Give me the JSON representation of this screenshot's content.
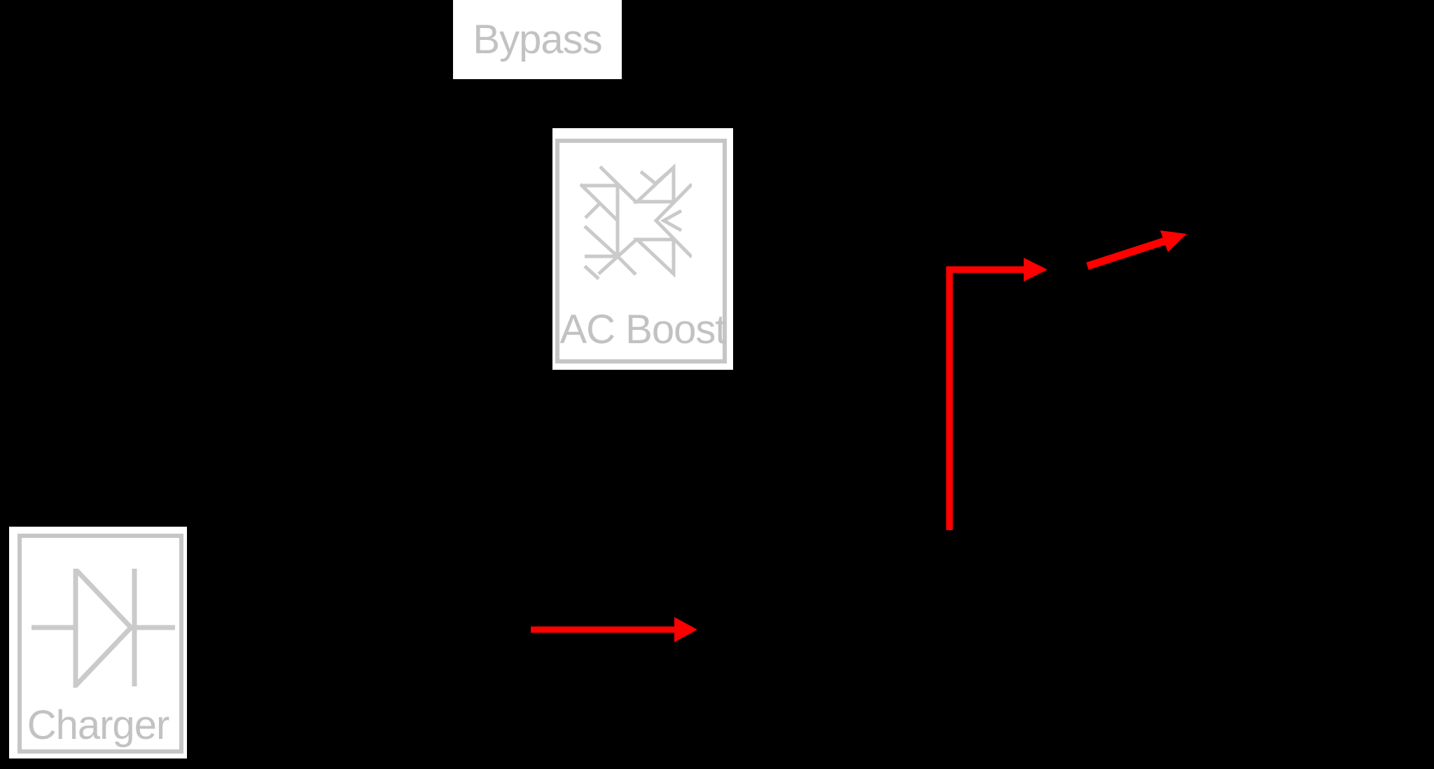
{
  "diagram": {
    "nodes": {
      "bypass": {
        "label": "Bypass"
      },
      "ac_boost": {
        "label": "AC Boost",
        "icon": "ac-boost-burst-icon"
      },
      "charger": {
        "label": "Charger",
        "icon": "diode-icon"
      }
    },
    "arrows": {
      "charger_flow": {
        "name": "red-arrow-right"
      },
      "output_flow": {
        "name": "red-arrow-elbow-up-right"
      },
      "bypass_flow": {
        "name": "red-arrow-diagonal-up-right"
      }
    }
  },
  "colors": {
    "node_fill": "#ffffff",
    "node_border": "#c6c6c6",
    "label_text": "#c2c2c2",
    "icon_stroke": "#cacaca",
    "arrow": "#ff0000"
  }
}
